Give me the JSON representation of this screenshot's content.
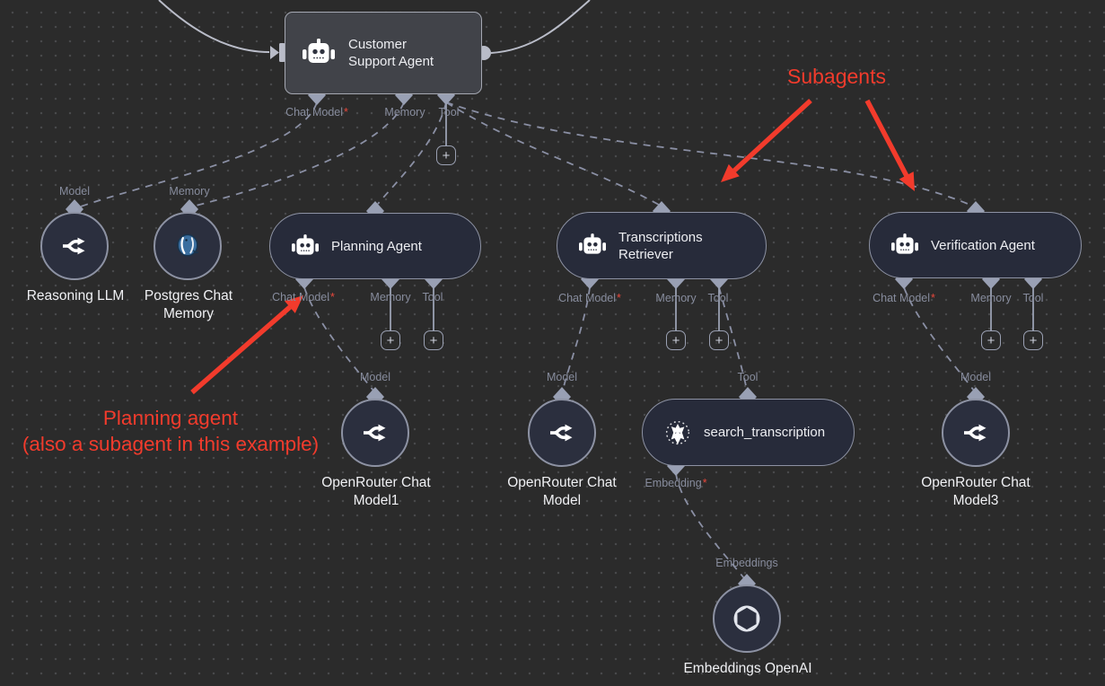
{
  "ports": {
    "chat_model": "Chat Model",
    "memory": "Memory",
    "tool": "Tool",
    "model": "Model",
    "embedding": "Embedding",
    "embeddings": "Embeddings",
    "required_mark": "*",
    "add_button": "+"
  },
  "nodes": {
    "customer_support_agent": {
      "title": "Customer Support Agent"
    },
    "reasoning_llm": {
      "title": "Reasoning LLM"
    },
    "postgres_chat_memory": {
      "title": "Postgres Chat Memory"
    },
    "planning_agent": {
      "title": "Planning Agent"
    },
    "transcriptions_retriever": {
      "title": "Transcriptions Retriever"
    },
    "verification_agent": {
      "title": "Verification Agent"
    },
    "openrouter_chat_model1": {
      "title": "OpenRouter Chat Model1"
    },
    "openrouter_chat_model": {
      "title": "OpenRouter Chat Model"
    },
    "search_transcription": {
      "title": "search_transcription"
    },
    "openrouter_chat_model3": {
      "title": "OpenRouter Chat Model3"
    },
    "embeddings_openai": {
      "title": "Embeddings OpenAI"
    }
  },
  "annotations": {
    "subagents": "Subagents",
    "planning_line1": "Planning agent",
    "planning_line2": "(also a subagent in this example)"
  },
  "colors": {
    "canvas_bg": "#2b2b2b",
    "annotation_red": "#f23b2c",
    "agent_node_fill": "#272b3a",
    "root_node_fill": "#414349",
    "connector_gray": "#99a0b4",
    "postgres_blue": "#3a6e9f"
  }
}
